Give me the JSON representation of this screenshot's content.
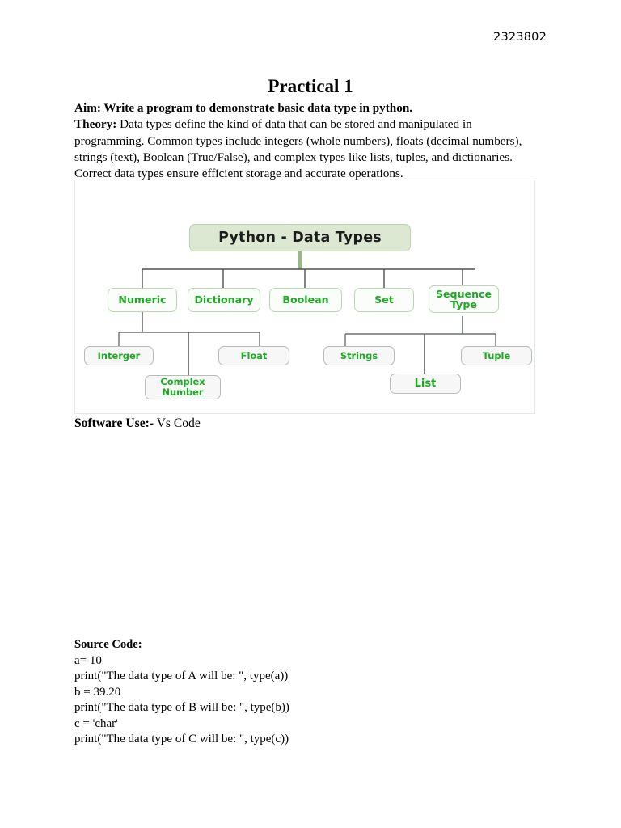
{
  "header": {
    "enrollment_number": "2323802"
  },
  "title": "Practical 1",
  "aim": {
    "label": "Aim:",
    "text": " Write a program to demonstrate basic data type in python."
  },
  "theory": {
    "label": "Theory:",
    "text": " Data types define the kind of data that can be stored and manipulated in programming. Common types include integers (whole numbers), floats (decimal numbers), strings (text), Boolean (True/False), and complex types like lists, tuples, and dictionaries. Correct data types ensure efficient storage and accurate operations."
  },
  "figure": {
    "alt_name": "python-data-types-tree",
    "root": "Python - Data Types",
    "level1": [
      {
        "label": "Numeric"
      },
      {
        "label": "Dictionary"
      },
      {
        "label": "Boolean"
      },
      {
        "label": "Set"
      },
      {
        "label": "Sequence Type",
        "line1": "Sequence",
        "line2": "Type"
      }
    ],
    "level2": [
      {
        "label": "Interger",
        "parent": "Numeric"
      },
      {
        "label": "Complex Number",
        "line1": "Complex",
        "line2": "Number",
        "parent": "Numeric"
      },
      {
        "label": "Float",
        "parent": "Numeric"
      },
      {
        "label": "Strings",
        "parent": "Sequence Type"
      },
      {
        "label": "List",
        "parent": "Sequence Type"
      },
      {
        "label": "Tuple",
        "parent": "Sequence Type"
      }
    ],
    "colors": {
      "root_fill": "#dde8d2",
      "root_border": "#bcd3ab",
      "node_text_green": "#1faa25",
      "node_border_green": "#b9d7b4",
      "node_border_gray": "#b7bcb7",
      "connector_gray": "#5a5f5a",
      "connector_green": "#8fbf7a"
    }
  },
  "software_use": {
    "label": "Software Use:-",
    "value": " Vs Code"
  },
  "source_code": {
    "heading": "Source Code:",
    "lines": [
      "a= 10",
      "print(\"The data type of A will be: \", type(a))",
      "b = 39.20",
      "print(\"The data type of B will be: \", type(b))",
      "c = 'char'",
      "print(\"The data type of C will be: \", type(c))"
    ]
  }
}
